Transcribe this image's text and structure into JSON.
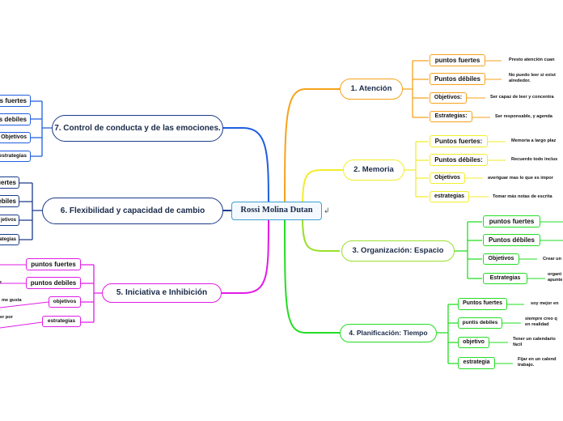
{
  "central": "Rossi Molina Dutan",
  "colors": {
    "orange": "#f7a21b",
    "yellow": "#f2ee2a",
    "green_light": "#9ae02c",
    "green": "#22dd22",
    "magenta": "#e11be8",
    "navy": "#1a3a8a",
    "blue": "#1e5ee0"
  },
  "right": [
    {
      "title": "1. Atención",
      "items": [
        {
          "label": "puntos fuertes",
          "text": "Presto atención cuan"
        },
        {
          "label": "Puntos débiles",
          "text": "No puedo leer si exist\nalrededor."
        },
        {
          "label": "Objetivos:",
          "text": "Ser capaz de leer y concentra"
        },
        {
          "label": "Estrategias:",
          "text": "Ser responsable, y agenda"
        }
      ]
    },
    {
      "title": "2. Memoria",
      "items": [
        {
          "label": "Puntos fuertes:",
          "text": "Memoria a largo plaz"
        },
        {
          "label": "Puntos débiles:",
          "text": "Recuerdo todo inclus"
        },
        {
          "label": "Objetivos",
          "text": "averiguar mas lo que es impor"
        },
        {
          "label": "estrategias",
          "text": "Tomar más notas de escrita"
        }
      ]
    },
    {
      "title": "3. Organización: Espacio",
      "items": [
        {
          "label": "puntos fuertes",
          "text": ""
        },
        {
          "label": "Puntos débiles",
          "text": ""
        },
        {
          "label": "Objetivos",
          "text": "Crear un"
        },
        {
          "label": "Estrategias",
          "text": "organi\napunte"
        }
      ]
    },
    {
      "title": "4. Planificación: Tiempo",
      "items": [
        {
          "label": "Puntos fuertes",
          "text": "soy mejor en"
        },
        {
          "label": "puntis debiles",
          "text": "siempre creo q\nen realidad"
        },
        {
          "label": "objetivo",
          "text": "Tener un calendario\nfácil"
        },
        {
          "label": "estrategia",
          "text": "Fijar en un calend\ntrabajo."
        }
      ]
    }
  ],
  "left": [
    {
      "title": "7. Control de conducta y de las emociones.",
      "items": [
        {
          "label": "s fuertes",
          "text": ""
        },
        {
          "label": "s debiles",
          "text": ""
        },
        {
          "label": "Objetivos",
          "text": ""
        },
        {
          "label": "estrategias",
          "text": ""
        }
      ]
    },
    {
      "title": "6. Flexibilidad y capacidad de cambio",
      "items": [
        {
          "label": "uertes",
          "text": ""
        },
        {
          "label": "ebiles",
          "text": ""
        },
        {
          "label": "jetivos",
          "text": ""
        },
        {
          "label": "trategias",
          "text": ""
        }
      ]
    },
    {
      "title": "5. Iniciativa e Inhibición",
      "items": [
        {
          "label": "puntos fuertes",
          "text": ""
        },
        {
          "label": "puntos debiles",
          "text": "r"
        },
        {
          "label": "objetivos",
          "text": "me gusta"
        },
        {
          "label": "estrategias",
          "text": "er por"
        }
      ]
    }
  ]
}
